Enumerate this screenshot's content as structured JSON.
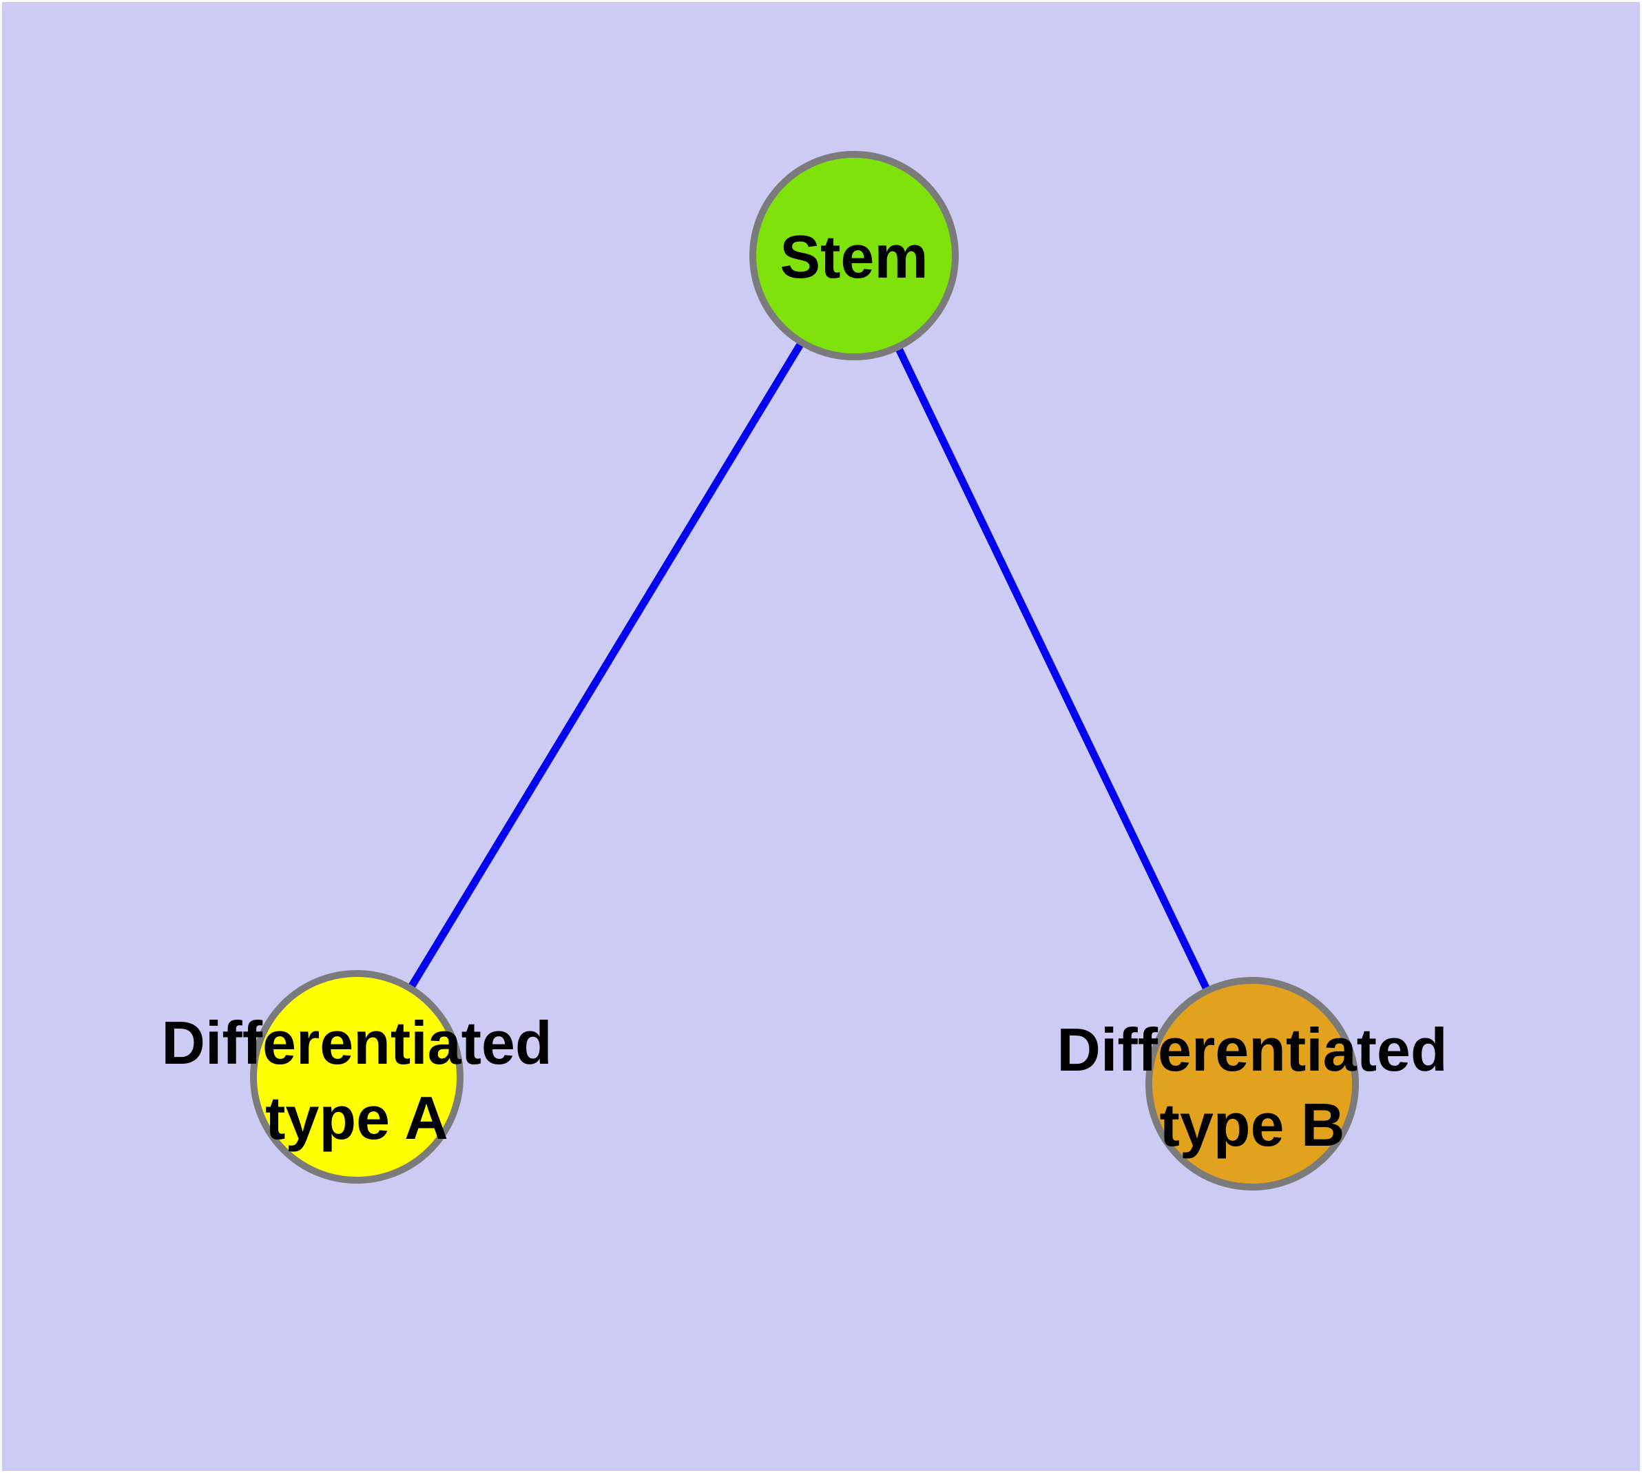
{
  "diagram": {
    "type": "node-link-graph",
    "description": "Cell differentiation diagram: stem node with two differentiated child types",
    "background_color": "#cbcbf4",
    "frame_color": "#ffffff",
    "text_color": "#000000",
    "edge_color": "#0404f0",
    "node_border_color": "#7b7b7b",
    "nodes": [
      {
        "id": "stem",
        "label_lines": [
          "Stem",
          ""
        ],
        "label": "Stem",
        "fill": "#7fe30b"
      },
      {
        "id": "differentiated-type-a",
        "label_lines": [
          "Differentiated",
          "type A"
        ],
        "label": "Differentiated type A",
        "fill": "#ffff00"
      },
      {
        "id": "differentiated-type-b",
        "label_lines": [
          "Differentiated",
          "type B"
        ],
        "label": "Differentiated type B",
        "fill": "#e2a21e"
      }
    ],
    "edges": [
      {
        "from": "stem",
        "to": "differentiated-type-a"
      },
      {
        "from": "stem",
        "to": "differentiated-type-b"
      }
    ]
  }
}
